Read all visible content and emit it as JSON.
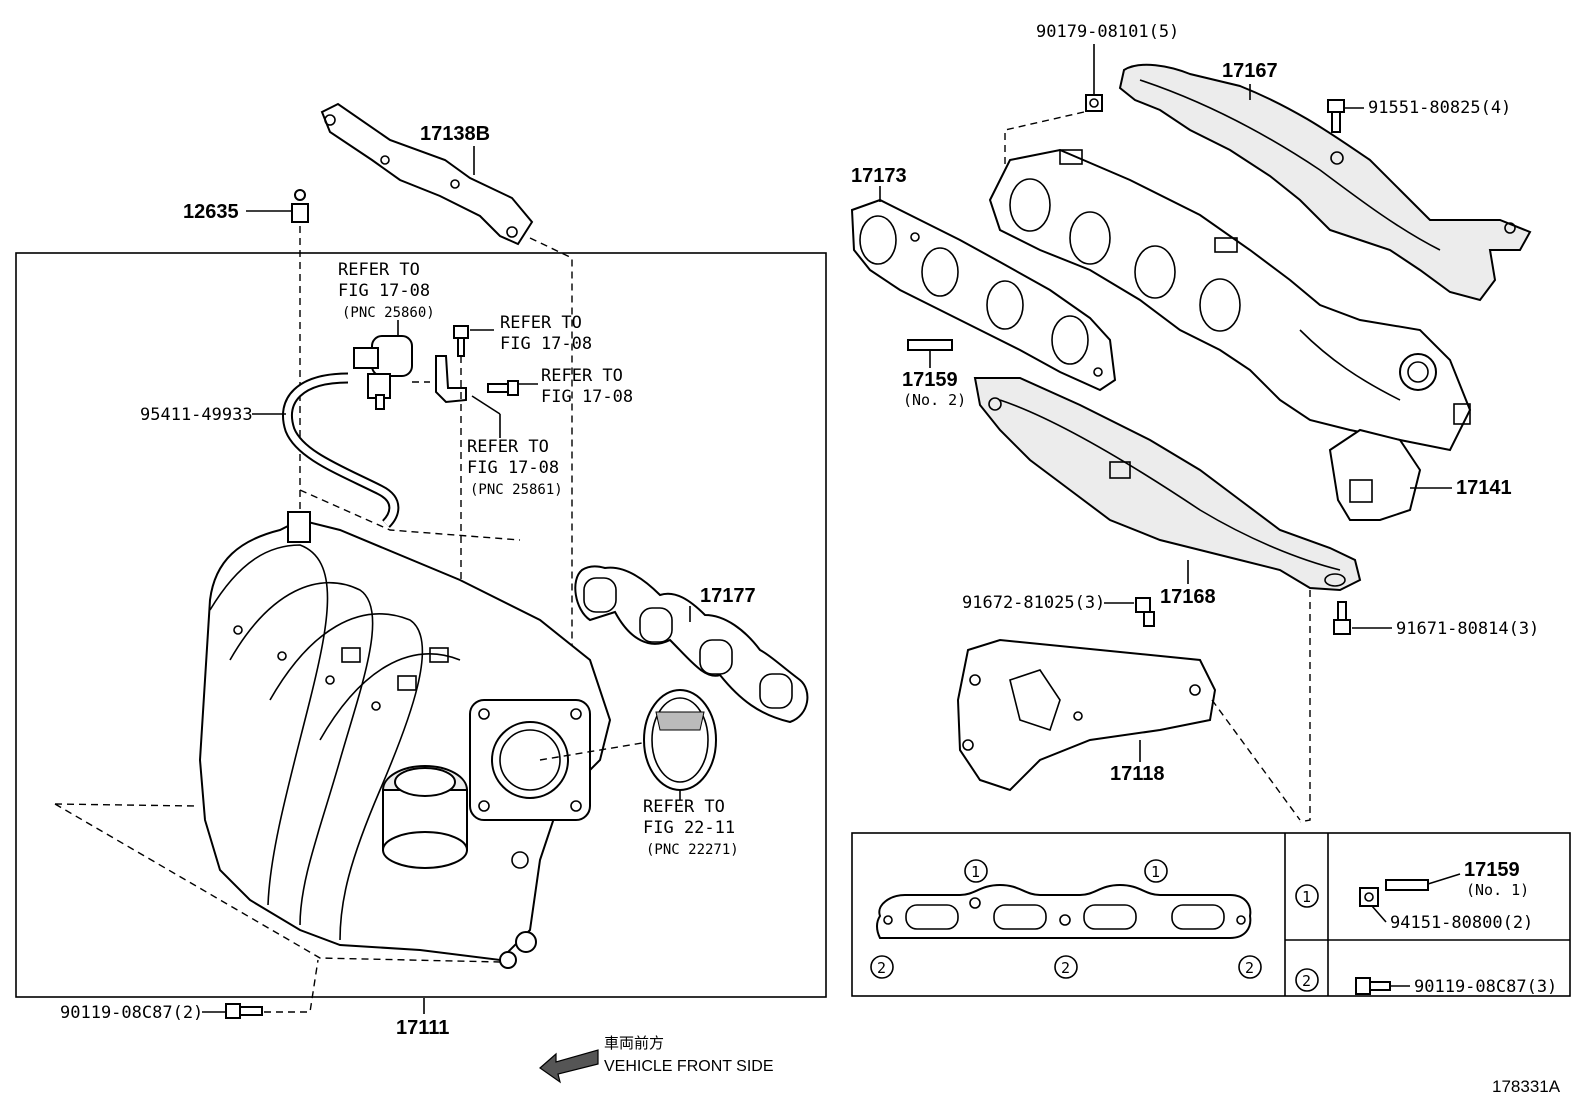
{
  "callouts": {
    "p17138B": "17138B",
    "p12635": "12635",
    "refer1": [
      "REFER TO",
      "FIG 17-08",
      "(PNC 25860)"
    ],
    "refer2": [
      "REFER TO",
      "FIG 17-08"
    ],
    "refer3": [
      "REFER TO",
      "FIG 17-08"
    ],
    "refer4": [
      "REFER TO",
      "FIG 17-08",
      "(PNC 25861)"
    ],
    "refer5": [
      "REFER TO",
      "FIG 22-11",
      "(PNC 22271)"
    ],
    "p95411": "95411-49933",
    "p17177": "17177",
    "p90119a": "90119-08C87(2)",
    "p17111": "17111",
    "p90179": "90179-08101(5)",
    "p17167": "17167",
    "p91551": "91551-80825(4)",
    "p17173": "17173",
    "p17159a": "17159",
    "p17159a_sub": "(No. 2)",
    "p17141": "17141",
    "p91672": "91672-81025(3)",
    "p17168": "17168",
    "p91671": "91671-80814(3)",
    "p17118": "17118",
    "p17159b": "17159",
    "p17159b_sub": "(No. 1)",
    "p94151": "94151-80800(2)",
    "p90119b": "90119-08C87(3)"
  },
  "legend": {
    "marker1": "1",
    "marker2": "2"
  },
  "direction": {
    "jp": "車両前方",
    "en": "VEHICLE FRONT SIDE",
    "icon": "arrow-left-icon"
  },
  "diagram_id": "178331A"
}
